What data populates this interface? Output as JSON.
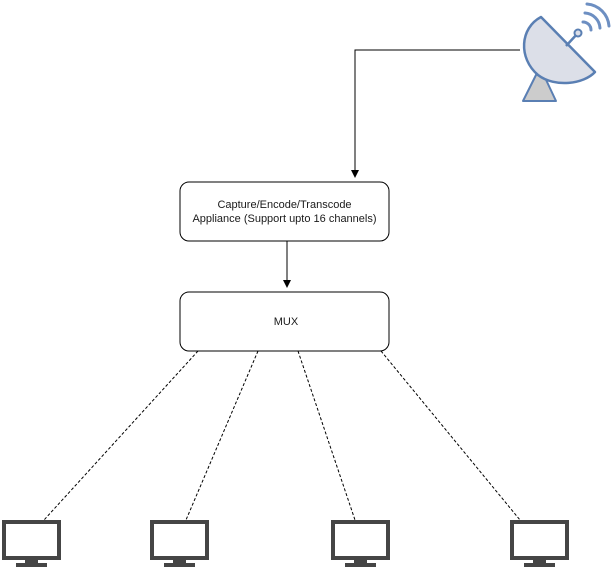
{
  "diagram": {
    "nodes": {
      "satellite": {
        "icon": "satellite-dish-icon"
      },
      "appliance": {
        "label_line1": "Capture/Encode/Transcode",
        "label_line2": "Appliance (Support upto 16 channels)"
      },
      "mux": {
        "label": "MUX"
      },
      "monitors": [
        {
          "icon": "monitor-icon"
        },
        {
          "icon": "monitor-icon"
        },
        {
          "icon": "monitor-icon"
        },
        {
          "icon": "monitor-icon"
        }
      ]
    },
    "edges": [
      {
        "from": "satellite",
        "to": "appliance",
        "style": "solid-arrow"
      },
      {
        "from": "appliance",
        "to": "mux",
        "style": "solid-arrow"
      },
      {
        "from": "mux",
        "to": "monitor-1",
        "style": "dashed"
      },
      {
        "from": "mux",
        "to": "monitor-2",
        "style": "dashed"
      },
      {
        "from": "mux",
        "to": "monitor-3",
        "style": "dashed"
      },
      {
        "from": "mux",
        "to": "monitor-4",
        "style": "dashed"
      }
    ],
    "colors": {
      "dish_stroke": "#5a7fb3",
      "dish_fill": "#dcdfe8",
      "dish_base": "#cccccc",
      "signal": "#6d8fc2",
      "line": "#000000",
      "monitor": "#454545"
    }
  }
}
